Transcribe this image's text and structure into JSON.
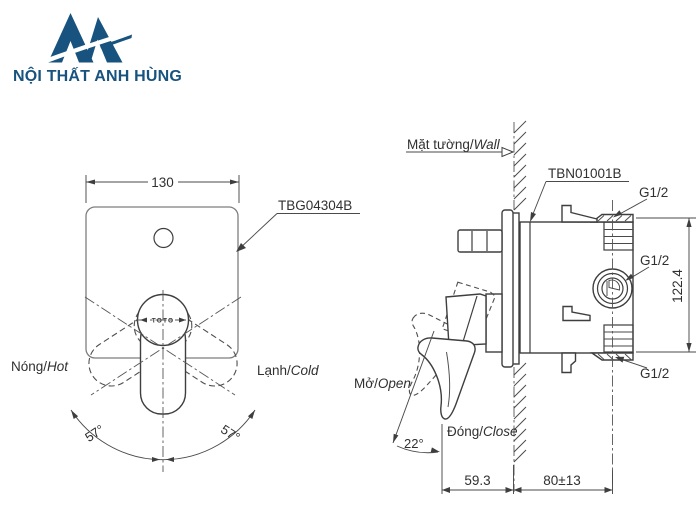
{
  "logo": {
    "brand": "NỘI THẤT ANH HÙNG"
  },
  "front_view": {
    "width_dim": "130",
    "model_label": "TBG04304B",
    "brand_on_handle": "TOTO",
    "hot_vi": "Nóng/",
    "hot_en": "Hot",
    "cold_vi": "Lạnh/",
    "cold_en": "Cold",
    "angle_left": "57°",
    "angle_right": "57°"
  },
  "side_view": {
    "wall_vi": "Mặt tường/",
    "wall_en": "Wall",
    "model_label": "TBN01001B",
    "thread_top": "G1/2",
    "thread_middle": "G1/2",
    "thread_bottom": "G1/2",
    "height_dim": "122.4",
    "open_vi": "Mở/",
    "open_en": "Open",
    "close_vi": "Đóng/",
    "close_en": "Close",
    "open_angle": "22°",
    "handle_offset_dim": "59.3",
    "depth_dim": "80±13"
  },
  "colors": {
    "logo_blue": "#17537e",
    "outline": "#3e3e3e",
    "dimension": "#4a4a4a",
    "background": "#ffffff"
  }
}
